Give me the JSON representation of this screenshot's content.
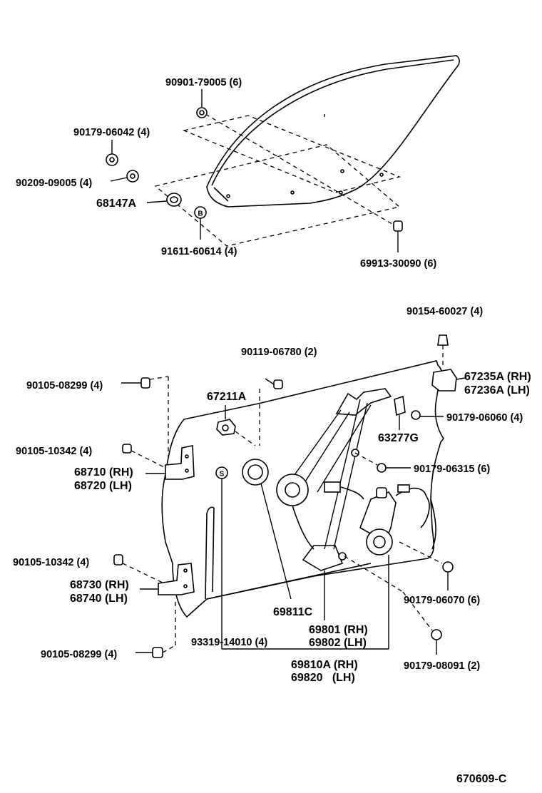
{
  "labels": {
    "nut_90901": "90901-79005 (6)",
    "nut_90179_06042": "90179-06042 (4)",
    "washer_90209": "90209-09005 (4)",
    "cushion_68147A": "68147A",
    "clip_91611": "91611-60614 (4)",
    "bolt_69913": "69913-30090 (6)",
    "bolt_90154": "90154-60027 (4)",
    "screw_90119": "90119-06780 (2)",
    "bolt_90105_08299_top": "90105-08299 (4)",
    "stopper_67211A": "67211A",
    "stopper_67235A": "67235A (RH)",
    "stopper_67236A": "67236A (LH)",
    "nut_90179_06060": "90179-06060 (4)",
    "bolt_90105_10342_top": "90105-10342 (4)",
    "bracket_63277G": "63277G",
    "hinge_68710": "68710 (RH)",
    "hinge_68720": "68720 (LH)",
    "nut_90179_06315": "90179-06315 (6)",
    "bolt_90105_10342_bottom": "90105-10342 (4)",
    "hinge_68730": "68730 (RH)",
    "hinge_68740": "68740 (LH)",
    "nut_90179_06070": "90179-06070 (6)",
    "regulator_69811C": "69811C",
    "regulator_69801": "69801 (RH)",
    "regulator_69802": "69802 (LH)",
    "screw_93319": "93319-14010 (4)",
    "nut_90179_08091": "90179-08091 (2)",
    "bolt_90105_08299_bottom": "90105-08299 (4)",
    "regulator_69810A": "69810A (RH)",
    "regulator_69820": "69820   (LH)",
    "s_mark": "S",
    "b_mark": "B",
    "figure_id": "670609-C"
  }
}
